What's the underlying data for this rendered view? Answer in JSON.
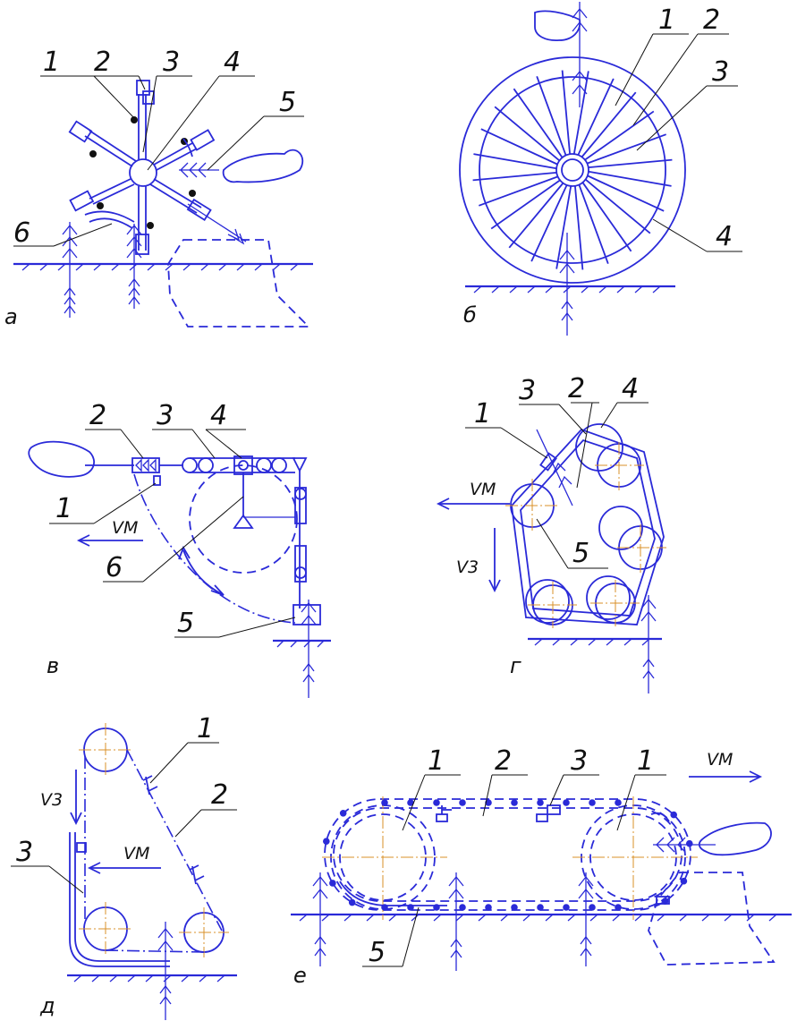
{
  "panels": {
    "a": {
      "letter": "а",
      "callouts": [
        "1",
        "2",
        "3",
        "4",
        "5",
        "6"
      ]
    },
    "b": {
      "letter": "б",
      "callouts": [
        "1",
        "2",
        "3",
        "4"
      ]
    },
    "v": {
      "letter": "в",
      "callouts": [
        "2",
        "3",
        "4",
        "1",
        "6",
        "5"
      ],
      "speed": "VM"
    },
    "g": {
      "letter": "г",
      "callouts": [
        "3",
        "2",
        "4",
        "1",
        "5"
      ],
      "speed_m": "VM",
      "speed_z": "V3"
    },
    "d": {
      "letter": "д",
      "callouts": [
        "1",
        "2",
        "3"
      ],
      "speed_m": "VM",
      "speed_z": "V3"
    },
    "e": {
      "letter": "е",
      "callouts": [
        "1",
        "2",
        "3",
        "1",
        "5"
      ],
      "speed_m": "VM"
    }
  },
  "colors": {
    "drawing": "#2a2ad8",
    "leader": "#111111",
    "centerline": "#d9902a"
  }
}
